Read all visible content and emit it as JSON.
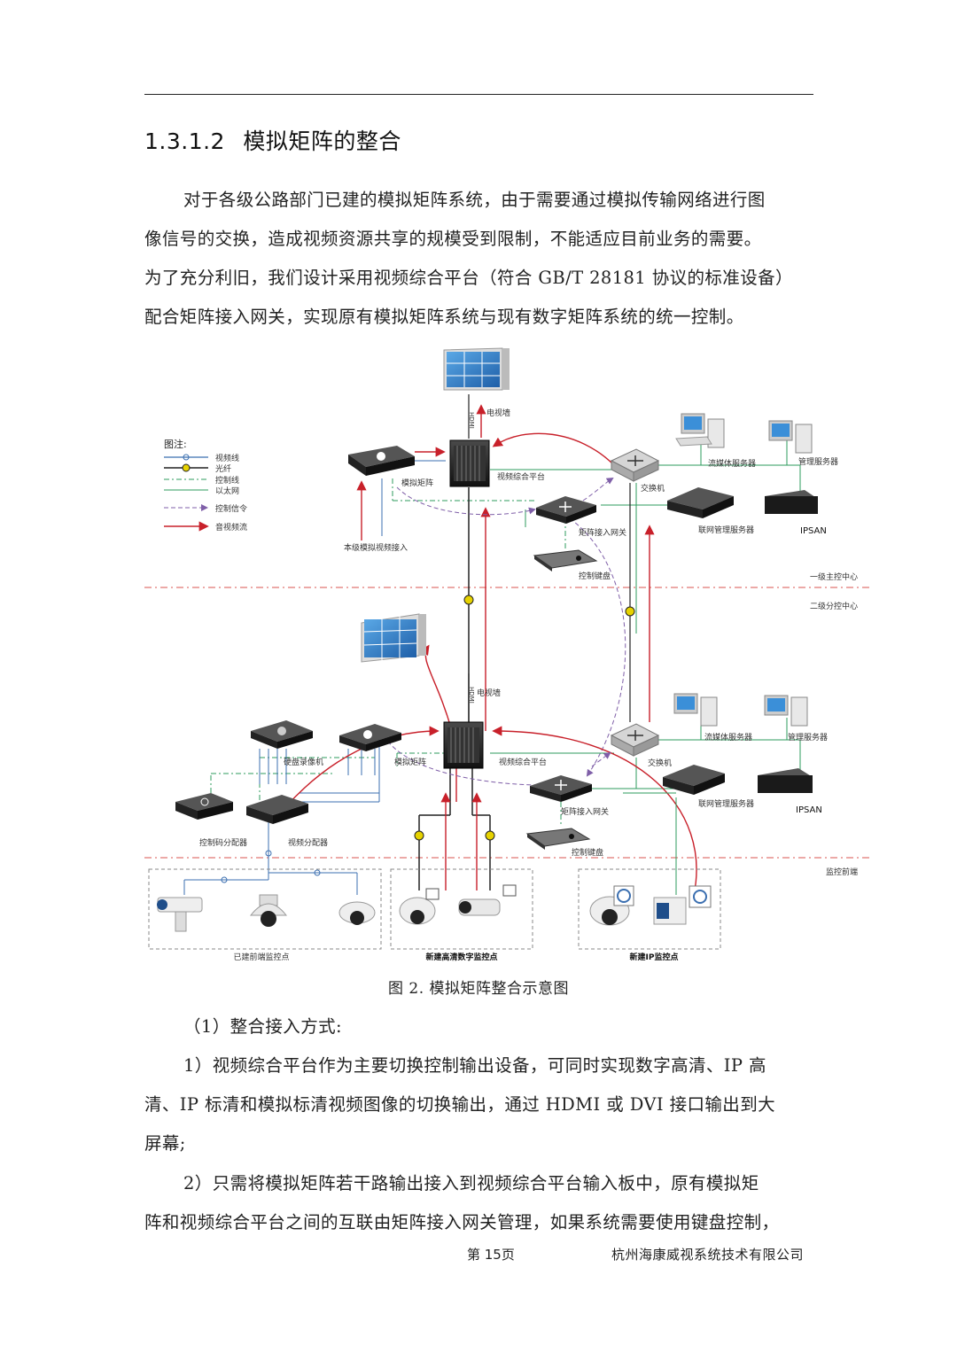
{
  "section": {
    "number": "1.3.1.2",
    "title": "模拟矩阵的整合"
  },
  "intro": {
    "lines": [
      "对于各级公路部门已建的模拟矩阵系统，由于需要通过模拟传输网络进行图",
      "像信号的交换，造成视频资源共享的规模受到限制，不能适应目前业务的需要。",
      "为了充分利旧，我们设计采用视频综合平台（符合 GB/T 28181 协议的标准设备）",
      "配合矩阵接入网关，实现原有模拟矩阵系统与现有数字矩阵系统的统一控制。"
    ]
  },
  "figure": {
    "legend": {
      "title": "图注:",
      "items": [
        "视频线",
        "光纤",
        "控制线",
        "以太网",
        "控制信令",
        "音视频流"
      ]
    },
    "zones": {
      "level1": "一级主控中心",
      "level2": "二级分控中心",
      "front": "监控前端"
    },
    "top": {
      "tv_wall": "电视墙",
      "hdmi": "HDMI",
      "matrix": "模拟矩阵",
      "platform": "视频综合平台",
      "switch": "交换机",
      "stream_server": "流媒体服务器",
      "mgmt_server": "管理服务器",
      "gateway": "矩阵接入网关",
      "net_server": "联网管理服务器",
      "ipsan": "IPSAN",
      "local_input": "本级模拟视频接入",
      "keyboard": "控制键盘"
    },
    "mid": {
      "tv_wall": "电视墙",
      "hdmi": "HDMI",
      "dvr": "硬盘录像机",
      "matrix": "模拟矩阵",
      "platform": "视频综合平台",
      "switch": "交换机",
      "stream_server": "流媒体服务器",
      "mgmt_server": "管理服务器",
      "gateway": "矩阵接入网关",
      "net_server": "联网管理服务器",
      "ipsan": "IPSAN",
      "code_dist": "控制码分配器",
      "video_dist": "视频分配器",
      "keyboard": "控制键盘"
    },
    "front": {
      "existing": "已建前端监控点",
      "hd": "新建高清数字监控点",
      "ip": "新建IP监控点"
    }
  },
  "caption": "图 2. 模拟矩阵整合示意图",
  "subsection": "（1）整合接入方式:",
  "item1": {
    "lines": [
      "1）视频综合平台作为主要切换控制输出设备，可同时实现数字高清、IP 高",
      "清、IP 标清和模拟标清视频图像的切换输出，通过 HDMI 或 DVI 接口输出到大",
      "屏幕;"
    ]
  },
  "item2": {
    "lines": [
      "2）只需将模拟矩阵若干路输出接入到视频综合平台输入板中，原有模拟矩",
      "阵和视频综合平台之间的互联由矩阵接入网关管理，如果系统需要使用键盘控制，"
    ]
  },
  "footer": {
    "page": "第 15页",
    "company": "杭州海康威视系统技术有限公司"
  },
  "colors": {
    "red_flow": "#c8202a",
    "control_dash": "#7f5fa8",
    "ethernet": "#2e9b5e",
    "video_line": "#3b6fb0"
  }
}
